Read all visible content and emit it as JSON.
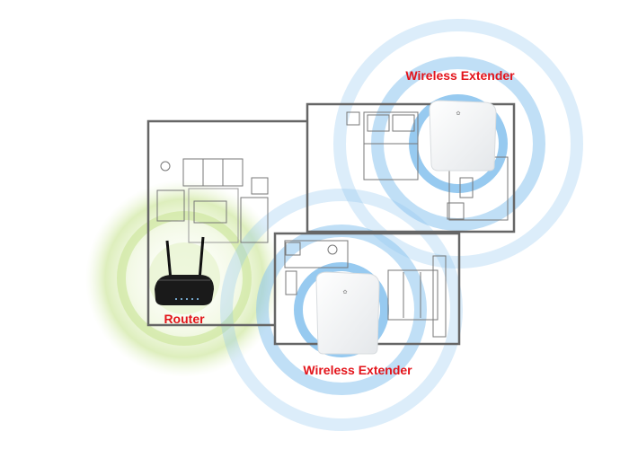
{
  "labels": {
    "router": "Router",
    "extender_top": "Wireless Extender",
    "extender_bottom": "Wireless Extender"
  },
  "colors": {
    "label": "#e3141b",
    "router_signal": "#c9e39a",
    "extender_signal": "#8cc4ee",
    "walls": "#666666"
  }
}
